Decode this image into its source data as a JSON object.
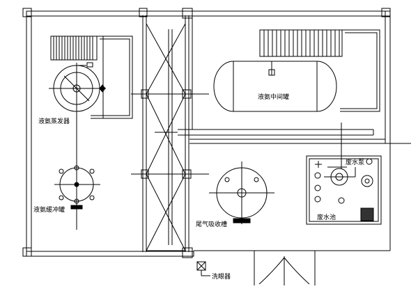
{
  "labels": {
    "evaporator": "液氨蒸发器",
    "buffer_tank": "液氨缓冲罐",
    "intermediate_tank": "液氨中间罐",
    "absorption_tank": "尾气吸收槽",
    "wastewater_pump": "废水泵",
    "wastewater_pool": "废水池",
    "eyewash": "洗眼器"
  }
}
